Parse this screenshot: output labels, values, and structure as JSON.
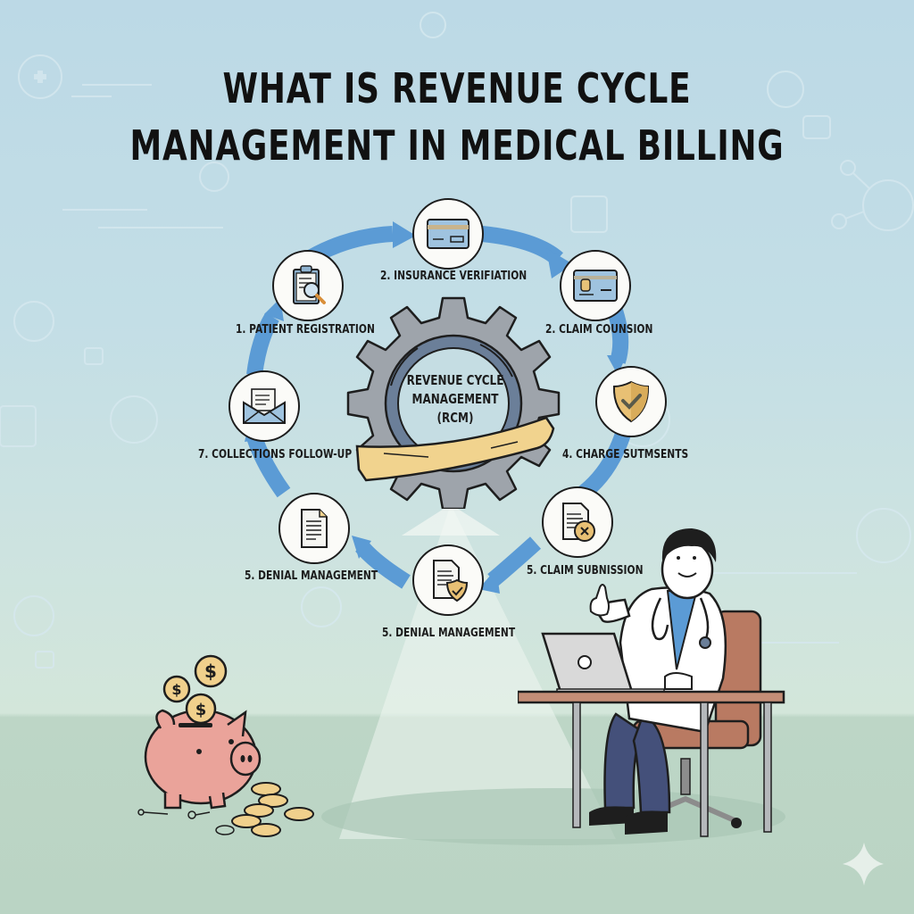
{
  "title": {
    "line1": "WHAT IS REVENUE CYCLE",
    "line2": "MANAGEMENT IN MEDICAL BILLING"
  },
  "center": {
    "line1": "REVENUE CYCLE",
    "line2": "MANAGEMENT",
    "line3": "(RCM)",
    "icon": "gear-icon"
  },
  "steps": [
    {
      "label": "1. PATIENT REGISTRATION",
      "icon": "clipboard-magnifier-icon"
    },
    {
      "label": "2. INSURANCE VERIFIATION",
      "icon": "credit-card-icon"
    },
    {
      "label": "2. CLAIM COUNSION",
      "icon": "chip-card-icon"
    },
    {
      "label": "4. CHARGE SUTMSENTS",
      "icon": "shield-check-icon"
    },
    {
      "label": "5. CLAIM SUBNISSION",
      "icon": "document-badge-icon"
    },
    {
      "label": "5. DENIAL MANAGEMENT",
      "icon": "document-shield-icon"
    },
    {
      "label": "5. DENIAL MANAGEMENT",
      "icon": "document-icon"
    },
    {
      "label": "7. COLLECTIONS  FOLLOW-UP",
      "icon": "envelope-letter-icon"
    }
  ],
  "illustrations": {
    "doctor": "doctor-at-laptop-thumbs-up",
    "piggy_bank": "piggy-bank-with-dollar-coins",
    "coin_symbol": "$"
  },
  "colors": {
    "arrow_blue": "#5b9bd5",
    "gear_gray": "#9ea4ab",
    "gear_ring": "#6b7f99",
    "ribbon": "#f1d38e",
    "shield_gold": "#e8c074",
    "pig_pink": "#eaa39a",
    "coat_white": "#ffffff",
    "pants_navy": "#44507a",
    "chair_brown": "#b97a62"
  }
}
